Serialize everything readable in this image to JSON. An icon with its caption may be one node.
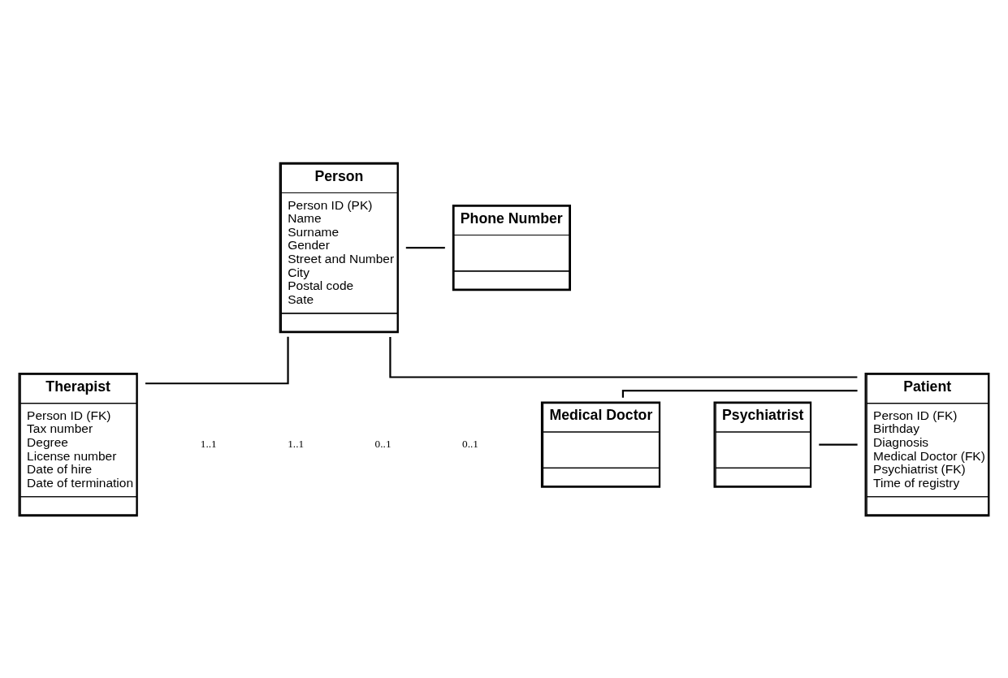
{
  "diagram": {
    "nodes": [
      {
        "text": [
          "Person",
          "Person ID (PK)",
          "Name",
          "Surname",
          "Gender",
          "Street and Number",
          "City",
          "Postal code",
          "Sate"
        ]
      },
      {
        "text": [
          "Phone Number"
        ]
      },
      {
        "text": [
          "Medical Doctor"
        ]
      },
      {
        "text": [
          "Patient",
          "Person ID (FK)",
          "Birthday",
          "Diagnosis",
          "Medical Doctor (FK)",
          "Psychiatrist (FK)",
          "Time of registry"
        ]
      },
      {
        "text": [
          "Therapist",
          "Person ID (FK)",
          "Tax number",
          "Degree",
          "License number",
          "Date of hire",
          "Date of termination"
        ]
      },
      {
        "text": [
          "Psychiatrist"
        ]
      }
    ],
    "edges": [
      {
        "from": 0,
        "to": 1,
        "arrow": "none"
      },
      {
        "from": 0,
        "to": 3,
        "arrow": "none"
      },
      {
        "from": 0,
        "to": 4,
        "arrow": "none"
      },
      {
        "from": 2,
        "to": 3,
        "arrow": "none"
      },
      {
        "from": 5,
        "to": 3,
        "arrow": "none"
      }
    ],
    "labels": [
      "1..1",
      "1..1",
      "0..1",
      "0..1"
    ]
  }
}
